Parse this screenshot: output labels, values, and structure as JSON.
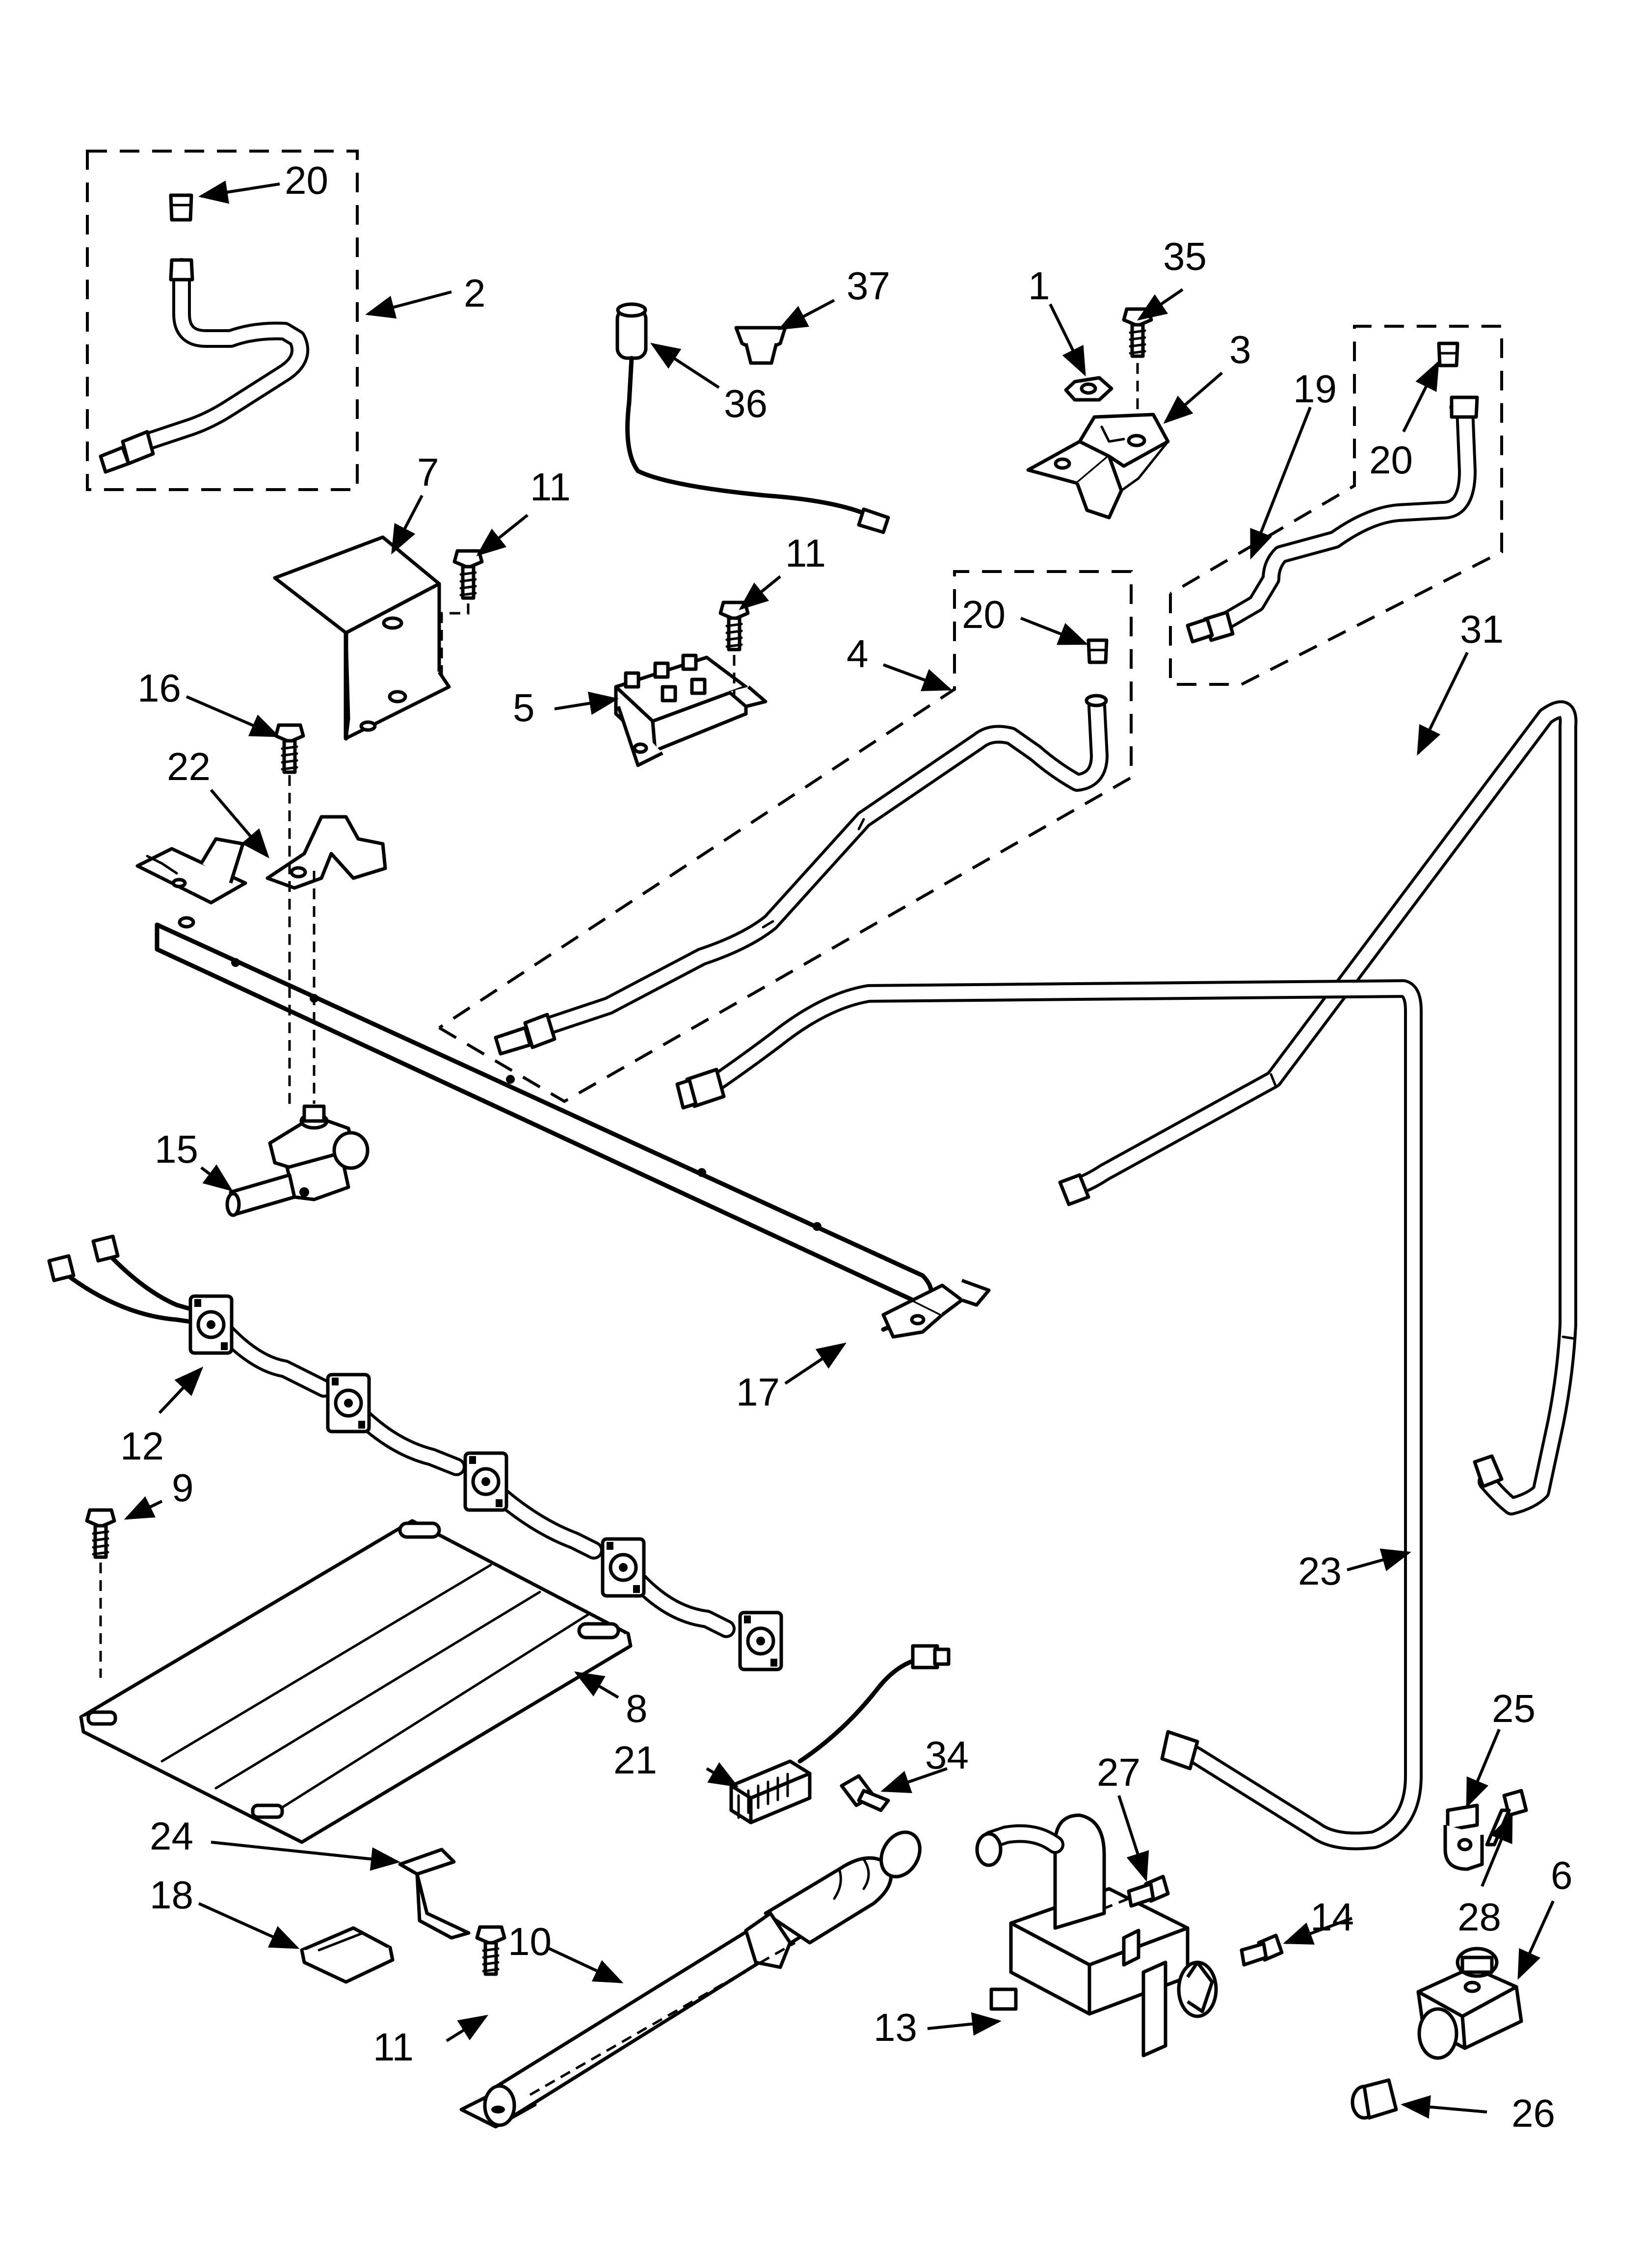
{
  "diagram": {
    "callouts": [
      {
        "id": "c-20-a",
        "label": "20"
      },
      {
        "id": "c-2",
        "label": "2"
      },
      {
        "id": "c-36",
        "label": "36"
      },
      {
        "id": "c-37",
        "label": "37"
      },
      {
        "id": "c-1",
        "label": "1"
      },
      {
        "id": "c-35",
        "label": "35"
      },
      {
        "id": "c-3",
        "label": "3"
      },
      {
        "id": "c-19",
        "label": "19"
      },
      {
        "id": "c-20-b",
        "label": "20"
      },
      {
        "id": "c-7",
        "label": "7"
      },
      {
        "id": "c-11-a",
        "label": "11"
      },
      {
        "id": "c-11-b",
        "label": "11"
      },
      {
        "id": "c-5",
        "label": "5"
      },
      {
        "id": "c-4",
        "label": "4"
      },
      {
        "id": "c-20-c",
        "label": "20"
      },
      {
        "id": "c-31",
        "label": "31"
      },
      {
        "id": "c-16",
        "label": "16"
      },
      {
        "id": "c-22",
        "label": "22"
      },
      {
        "id": "c-15",
        "label": "15"
      },
      {
        "id": "c-17",
        "label": "17"
      },
      {
        "id": "c-12",
        "label": "12"
      },
      {
        "id": "c-9",
        "label": "9"
      },
      {
        "id": "c-23",
        "label": "23"
      },
      {
        "id": "c-8",
        "label": "8"
      },
      {
        "id": "c-21",
        "label": "21"
      },
      {
        "id": "c-34",
        "label": "34"
      },
      {
        "id": "c-25",
        "label": "25"
      },
      {
        "id": "c-27",
        "label": "27"
      },
      {
        "id": "c-24",
        "label": "24"
      },
      {
        "id": "c-18",
        "label": "18"
      },
      {
        "id": "c-10",
        "label": "10"
      },
      {
        "id": "c-14",
        "label": "14"
      },
      {
        "id": "c-28",
        "label": "28"
      },
      {
        "id": "c-6",
        "label": "6"
      },
      {
        "id": "c-11-c",
        "label": "11"
      },
      {
        "id": "c-13",
        "label": "13"
      },
      {
        "id": "c-26",
        "label": "26"
      }
    ]
  }
}
